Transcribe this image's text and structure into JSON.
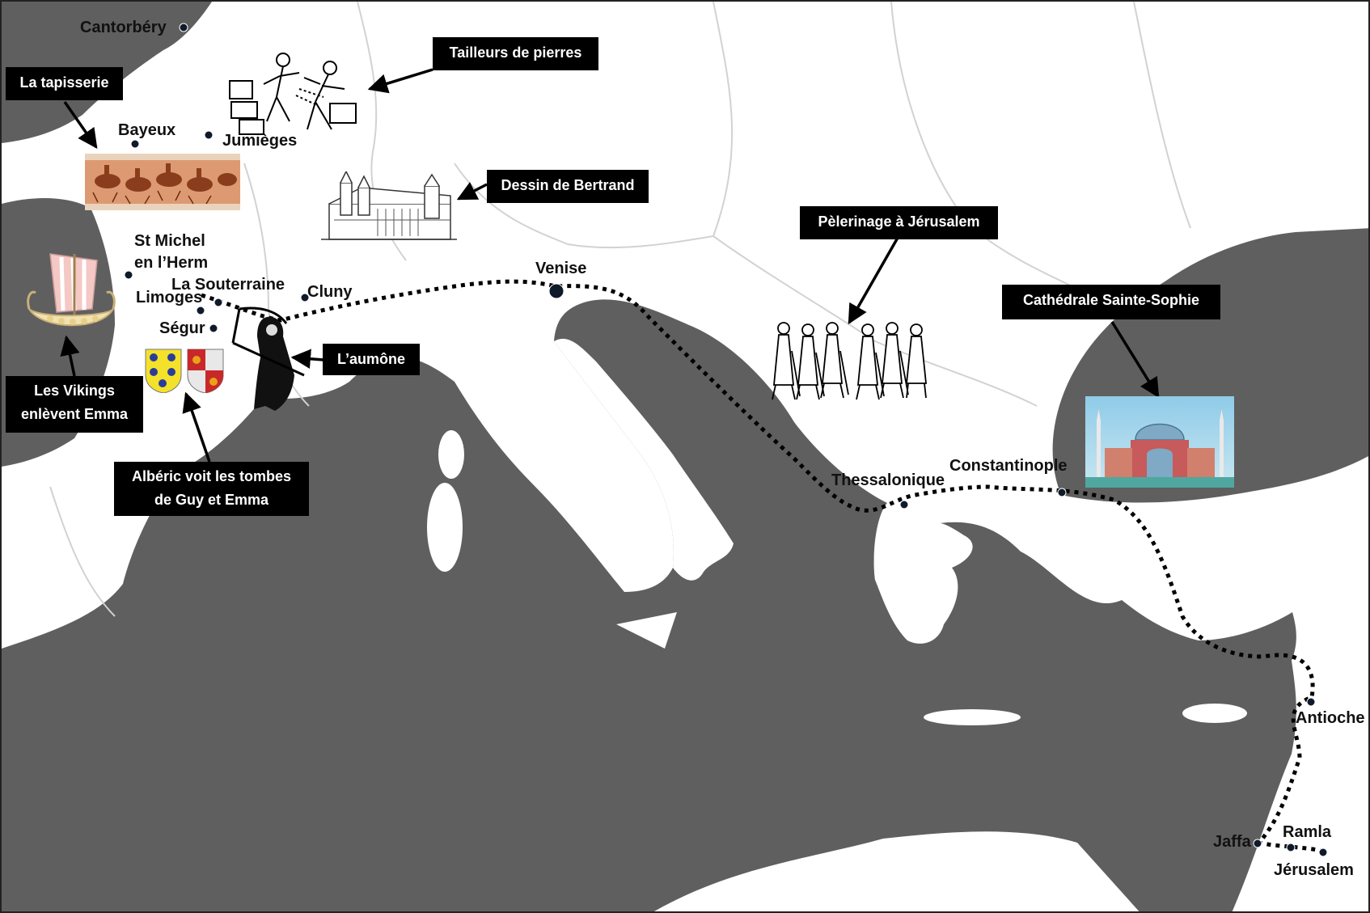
{
  "map": {
    "colors": {
      "sea": "#5f5f5f",
      "land": "#ffffff",
      "border": "#d2d2d2",
      "route": "#000000",
      "label_box": "#000000"
    },
    "cities": {
      "cantorbery": "Cantorbéry",
      "bayeux": "Bayeux",
      "jumieges": "Jumièges",
      "st_michel_line1": "St Michel",
      "st_michel_line2": "en l’Herm",
      "la_souterraine": "La Souterraine",
      "limoges": "Limoges",
      "cluny": "Cluny",
      "segur": "Ségur",
      "venise": "Venise",
      "thessalonique": "Thessalonique",
      "constantinople": "Constantinople",
      "antioche": "Antioche",
      "ramla": "Ramla",
      "jaffa": "Jaffa",
      "jerusalem": "Jérusalem"
    },
    "callouts": {
      "tailleurs": "Tailleurs de pierres",
      "tapisserie": "La tapisserie",
      "dessin": "Dessin de Bertrand",
      "pelerinage": "Pèlerinage à Jérusalem",
      "sophie": "Cathédrale Sainte-Sophie",
      "aumone": "L’aumône",
      "vikings_line1": "Les Vikings",
      "vikings_line2": "enlèvent Emma",
      "alberic_line1": "Albéric voit les tombes",
      "alberic_line2": "de Guy et Emma"
    },
    "icons": [
      "stonemasons-icon",
      "tapestry-icon",
      "abbey-drawing-icon",
      "pilgrims-icon",
      "hagia-sophia-icon",
      "grim-reaper-icon",
      "viking-ship-icon",
      "coat-of-arms-icon"
    ]
  }
}
